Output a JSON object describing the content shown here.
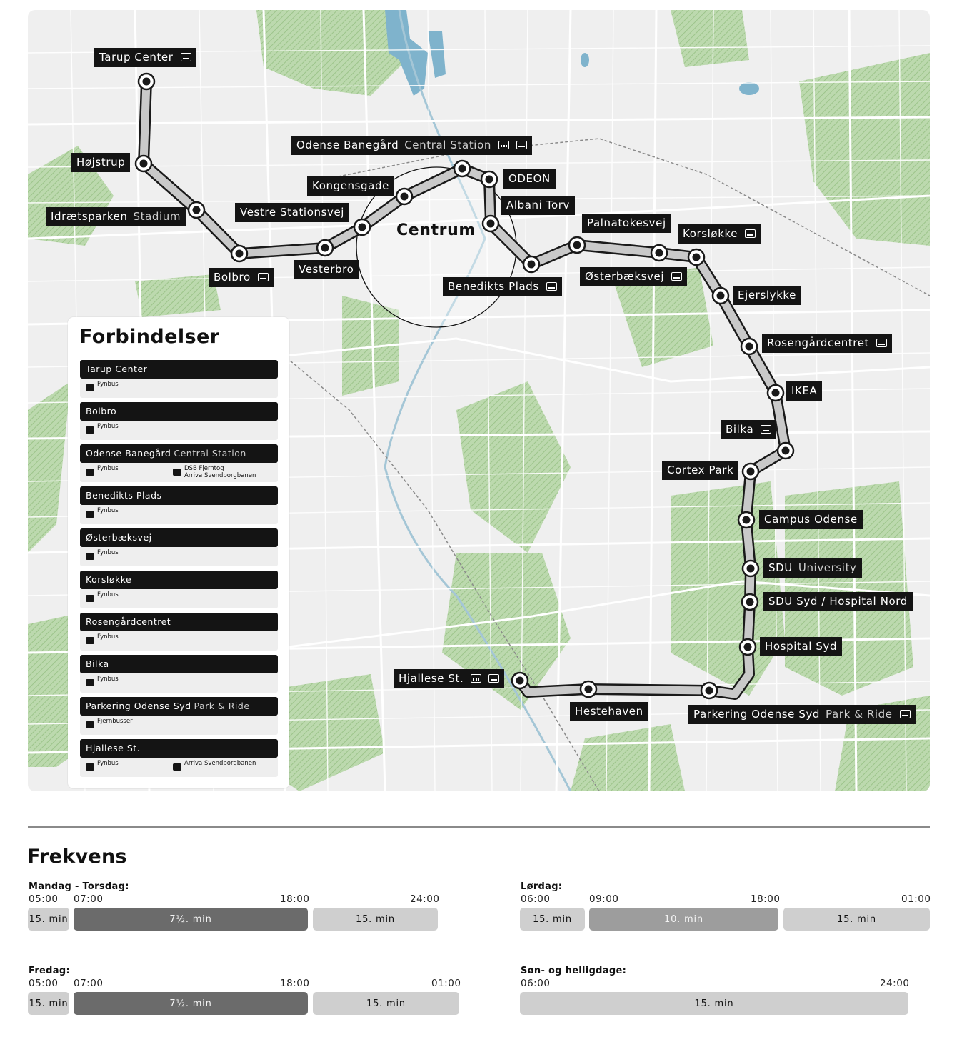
{
  "map": {
    "centrum_label": "Centrum",
    "stations": [
      {
        "id": "tarup",
        "name": "Tarup Center",
        "sub": "",
        "icons": [
          "bus"
        ]
      },
      {
        "id": "hojstrup",
        "name": "Højstrup",
        "sub": "",
        "icons": []
      },
      {
        "id": "idraet",
        "name": "Idrætsparken",
        "sub": "Stadium",
        "icons": []
      },
      {
        "id": "bolbro",
        "name": "Bolbro",
        "sub": "",
        "icons": [
          "bus"
        ]
      },
      {
        "id": "vestre",
        "name": "Vestre Stationsvej",
        "sub": "",
        "icons": []
      },
      {
        "id": "vesterbro",
        "name": "Vesterbro",
        "sub": "",
        "icons": []
      },
      {
        "id": "kongens",
        "name": "Kongensgade",
        "sub": "",
        "icons": []
      },
      {
        "id": "banegard",
        "name": "Odense Banegård",
        "sub": "Central Station",
        "icons": [
          "train",
          "bus"
        ]
      },
      {
        "id": "odeon",
        "name": "ODEON",
        "sub": "",
        "icons": []
      },
      {
        "id": "albani",
        "name": "Albani Torv",
        "sub": "",
        "icons": []
      },
      {
        "id": "benedikts",
        "name": "Benedikts Plads",
        "sub": "",
        "icons": [
          "bus"
        ]
      },
      {
        "id": "palnatoke",
        "name": "Palnatokesvej",
        "sub": "",
        "icons": []
      },
      {
        "id": "osterbaek",
        "name": "Østerbæksvej",
        "sub": "",
        "icons": [
          "bus"
        ]
      },
      {
        "id": "korslokke",
        "name": "Korsløkke",
        "sub": "",
        "icons": [
          "bus"
        ]
      },
      {
        "id": "ejerslykke",
        "name": "Ejerslykke",
        "sub": "",
        "icons": []
      },
      {
        "id": "roseng",
        "name": "Rosengårdcentret",
        "sub": "",
        "icons": [
          "bus"
        ]
      },
      {
        "id": "ikea",
        "name": "IKEA",
        "sub": "",
        "icons": []
      },
      {
        "id": "bilka",
        "name": "Bilka",
        "sub": "",
        "icons": [
          "bus"
        ]
      },
      {
        "id": "cortex",
        "name": "Cortex Park",
        "sub": "",
        "icons": []
      },
      {
        "id": "campus",
        "name": "Campus Odense",
        "sub": "",
        "icons": []
      },
      {
        "id": "sdu",
        "name": "SDU",
        "sub": "University",
        "icons": []
      },
      {
        "id": "sdusyd",
        "name": "SDU Syd / Hospital Nord",
        "sub": "",
        "icons": []
      },
      {
        "id": "hospsyd",
        "name": "Hospital Syd",
        "sub": "",
        "icons": []
      },
      {
        "id": "parkering",
        "name": "Parkering Odense Syd",
        "sub": "Park & Ride",
        "icons": [
          "bus"
        ]
      },
      {
        "id": "hestehaven",
        "name": "Hestehaven",
        "sub": "",
        "icons": []
      },
      {
        "id": "hjallese",
        "name": "Hjallese St.",
        "sub": "",
        "icons": [
          "train",
          "bus"
        ]
      }
    ]
  },
  "legend": {
    "title": "Forbindelser",
    "items": [
      {
        "name": "Tarup Center",
        "sub": "",
        "connections": [
          "Fynbus"
        ]
      },
      {
        "name": "Bolbro",
        "sub": "",
        "connections": [
          "Fynbus"
        ]
      },
      {
        "name": "Odense Banegård",
        "sub": "Central Station",
        "connections": [
          "Fynbus",
          "DSB Fjerntog\nArriva Svendborgbanen"
        ]
      },
      {
        "name": "Benedikts Plads",
        "sub": "",
        "connections": [
          "Fynbus"
        ]
      },
      {
        "name": "Østerbæksvej",
        "sub": "",
        "connections": [
          "Fynbus"
        ]
      },
      {
        "name": "Korsløkke",
        "sub": "",
        "connections": [
          "Fynbus"
        ]
      },
      {
        "name": "Rosengårdcentret",
        "sub": "",
        "connections": [
          "Fynbus"
        ]
      },
      {
        "name": "Bilka",
        "sub": "",
        "connections": [
          "Fynbus"
        ]
      },
      {
        "name": "Parkering Odense Syd",
        "sub": "Park & Ride",
        "connections": [
          "Fjernbusser"
        ]
      },
      {
        "name": "Hjallese St.",
        "sub": "",
        "connections": [
          "Fynbus",
          "Arriva Svendborgbanen"
        ]
      }
    ]
  },
  "frequency": {
    "title": "Frekvens",
    "mon_thu": {
      "label": "Mandag - Torsdag:",
      "times": [
        "05:00",
        "07:00",
        "18:00",
        "24:00"
      ],
      "bars": [
        "15. min",
        "7½. min",
        "15. min"
      ]
    },
    "saturday": {
      "label": "Lørdag:",
      "times": [
        "06:00",
        "09:00",
        "18:00",
        "01:00"
      ],
      "bars": [
        "15. min",
        "10. min",
        "15. min"
      ]
    },
    "friday": {
      "label": "Fredag:",
      "times": [
        "05:00",
        "07:00",
        "18:00",
        "01:00"
      ],
      "bars": [
        "15. min",
        "7½. min",
        "15. min"
      ]
    },
    "sunday": {
      "label": "Søn- og helligdage:",
      "times": [
        "06:00",
        "24:00"
      ],
      "bars": [
        "15. min"
      ]
    }
  },
  "colors": {
    "line": "#c9c9c9",
    "line_outline": "#1a1a1a",
    "label_bg": "#141414",
    "green": "#b7d7a8",
    "water": "#7fb3cc",
    "map_bg": "#f0f0f0"
  }
}
